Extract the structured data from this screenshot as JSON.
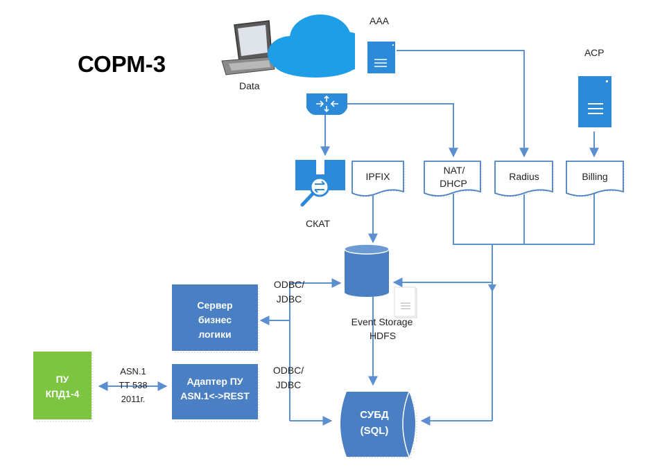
{
  "title": "СОРМ-3",
  "nodes": {
    "data_laptop": "Data",
    "aaa_server": "AAA",
    "acp_server": "АСР",
    "skat": "СКАТ",
    "ipfix": "IPFIX",
    "nat_dhcp_line1": "NAT/",
    "nat_dhcp_line2": "DHCP",
    "radius": "Radius",
    "billing": "Billing",
    "event_storage_line1": "Event Storage",
    "event_storage_line2": "HDFS",
    "server_logic_line1": "Сервер",
    "server_logic_line2": "бизнес",
    "server_logic_line3": "логики",
    "adapter_line1": "Адаптер ПУ",
    "adapter_line2": "ASN.1<->REST",
    "pu_line1": "ПУ",
    "pu_line2": "КПД1-4",
    "dbms_line1": "СУБД",
    "dbms_line2": "(SQL)"
  },
  "connector_labels": {
    "odbc_top_1": "ODBC/",
    "odbc_top_2": "JDBC",
    "odbc_bottom_1": "ODBC/",
    "odbc_bottom_2": "JDBC",
    "asn_1": "ASN.1",
    "asn_2": "ТТ 538",
    "asn_3": "2011г."
  },
  "colors": {
    "primary_blue": "#4a80c3",
    "line_blue": "#5b8fd0",
    "green": "#7dc540",
    "white": "#ffffff",
    "cloud_blue": "#1e9ee6"
  }
}
